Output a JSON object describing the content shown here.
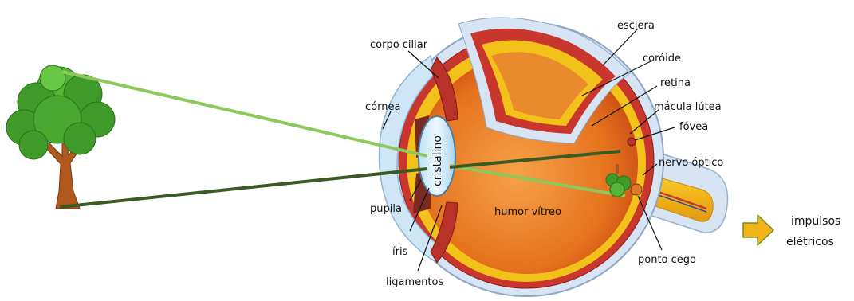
{
  "labels": {
    "corpo_ciliar": "corpo ciliar",
    "cornea": "córnea",
    "pupila": "pupila",
    "iris": "íris",
    "ligamentos": "ligamentos",
    "cristalino": "cristalino",
    "humor_vitreo": "humor vítreo",
    "esclera": "esclera",
    "coroide": "coróide",
    "retina": "retina",
    "macula_lutea": "mácula lútea",
    "fovea": "fóvea",
    "nervo_optico": "nervo óptico",
    "ponto_cego": "ponto cego"
  },
  "output": {
    "line1": "impulsos",
    "line2": "elétricos"
  },
  "colors": {
    "ray_top": "#8cc85a",
    "ray_bottom": "#3a5a22",
    "arrow_fill": "#f0b418",
    "arrow_stroke": "#7a8a1c",
    "sclera": "#d6e4f4",
    "choroid": "#c8362e",
    "retina_band": "#f2c21a",
    "vitreous": "#e6731e",
    "tree_foliage": "#3f9a2a",
    "tree_trunk": "#b0581e"
  }
}
